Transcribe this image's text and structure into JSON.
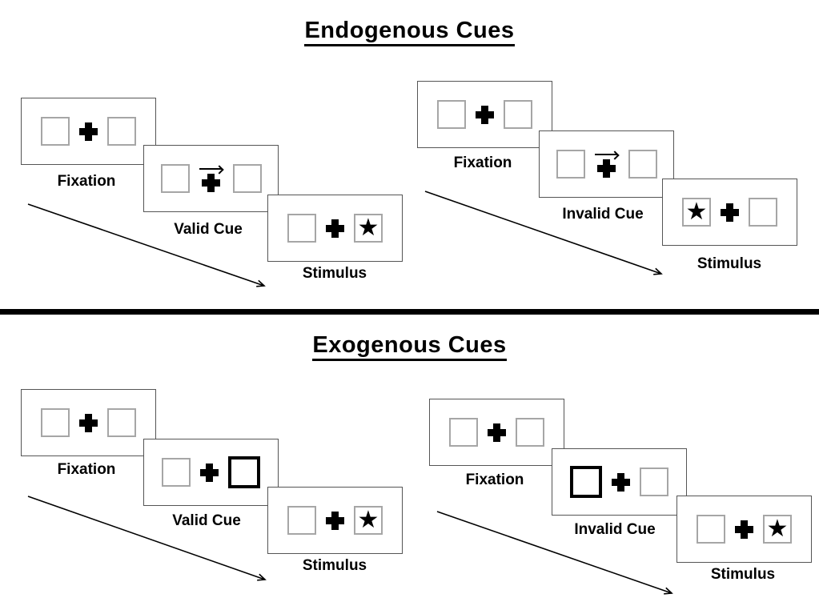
{
  "diagram": {
    "kind": "spatial-cueing-paradigm",
    "sections": [
      {
        "title": "Endogenous Cues",
        "trials": [
          {
            "name": "valid-trial",
            "frames": [
              {
                "label": "Fixation",
                "left_box": "empty",
                "center": "plus",
                "right_box": "empty"
              },
              {
                "label": "Valid Cue",
                "left_box": "empty",
                "center": "arrow-right-over-plus",
                "right_box": "empty"
              },
              {
                "label": "Stimulus",
                "left_box": "empty",
                "center": "plus",
                "right_box": "star"
              }
            ]
          },
          {
            "name": "invalid-trial",
            "frames": [
              {
                "label": "Fixation",
                "left_box": "empty",
                "center": "plus",
                "right_box": "empty"
              },
              {
                "label": "Invalid Cue",
                "left_box": "empty",
                "center": "arrow-right-over-plus",
                "right_box": "empty"
              },
              {
                "label": "Stimulus",
                "left_box": "star",
                "center": "plus",
                "right_box": "empty"
              }
            ]
          }
        ]
      },
      {
        "title": "Exogenous Cues",
        "trials": [
          {
            "name": "valid-trial",
            "frames": [
              {
                "label": "Fixation",
                "left_box": "empty",
                "center": "plus",
                "right_box": "empty"
              },
              {
                "label": "Valid Cue",
                "left_box": "empty",
                "center": "plus",
                "right_box": "highlighted"
              },
              {
                "label": "Stimulus",
                "left_box": "empty",
                "center": "plus",
                "right_box": "star"
              }
            ]
          },
          {
            "name": "invalid-trial",
            "frames": [
              {
                "label": "Fixation",
                "left_box": "empty",
                "center": "plus",
                "right_box": "empty"
              },
              {
                "label": "Invalid Cue",
                "left_box": "highlighted",
                "center": "plus",
                "right_box": "empty"
              },
              {
                "label": "Stimulus",
                "left_box": "empty",
                "center": "plus",
                "right_box": "star"
              }
            ]
          }
        ]
      }
    ]
  },
  "icons": {
    "star": "★"
  },
  "colors": {
    "background": "#ffffff",
    "panel_border": "#555555",
    "box_border": "#a6a6a6",
    "cue_highlight_border": "#000000",
    "text": "#000000",
    "divider": "#000000"
  }
}
